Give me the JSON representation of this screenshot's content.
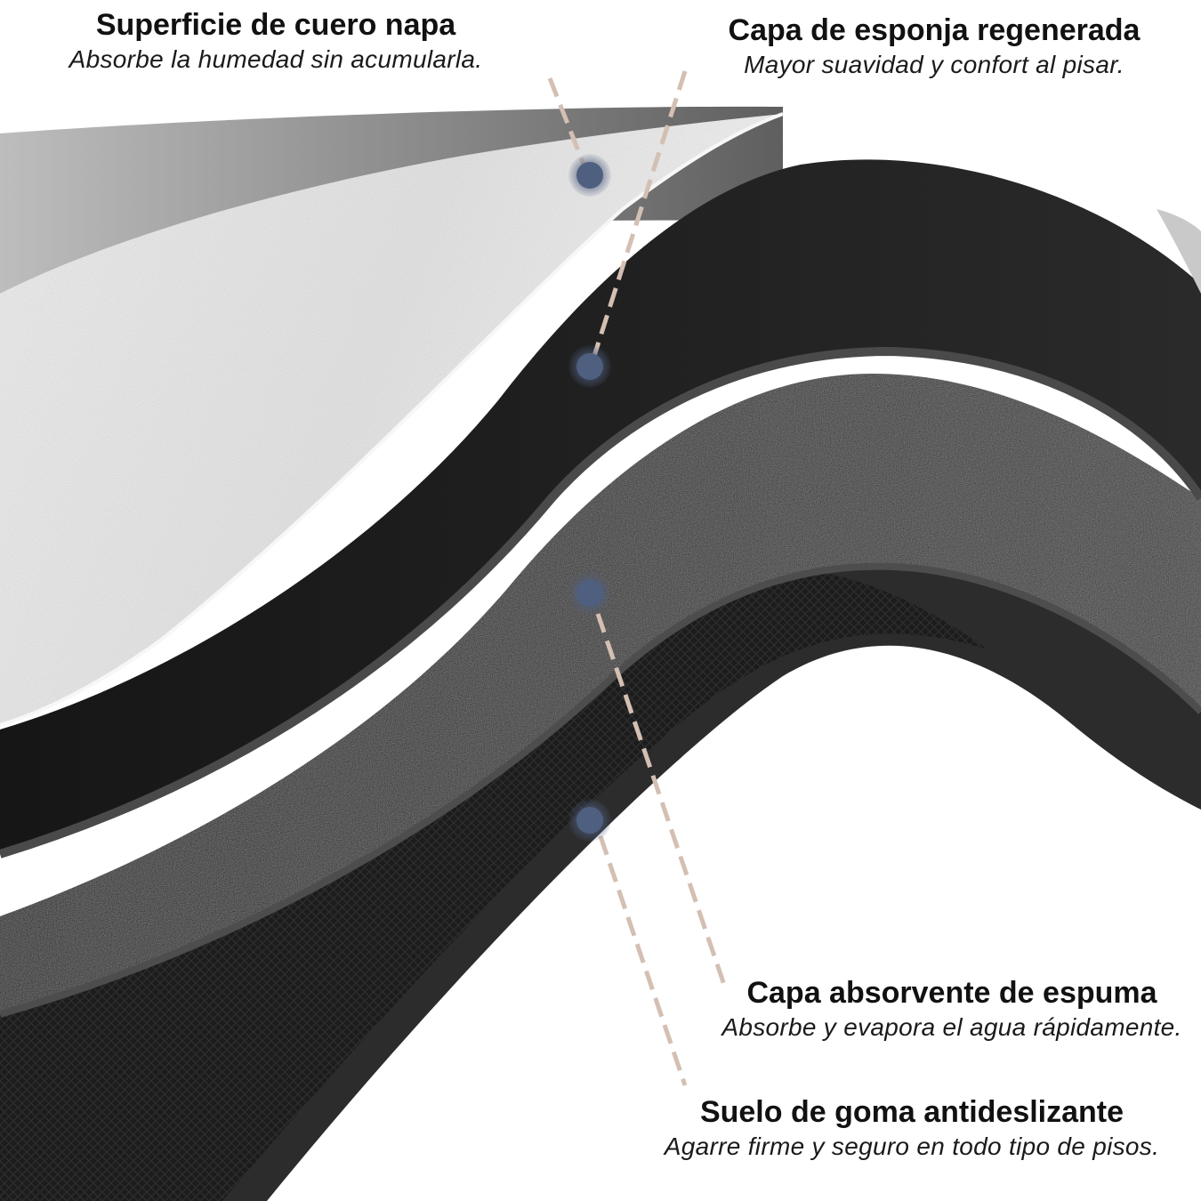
{
  "layers": [
    {
      "title": "Superficie de cuero napa",
      "description": "Absorbe la humedad sin acumularla."
    },
    {
      "title": "Capa de esponja regenerada",
      "description": "Mayor suavidad y confort al pisar."
    },
    {
      "title": "Capa absorvente de espuma",
      "description": "Absorbe y evapora el agua rápidamente."
    },
    {
      "title": "Suelo de goma antideslizante",
      "description": "Agarre firme y seguro en todo tipo de pisos."
    }
  ],
  "colors": {
    "leader_line": "#d4bfb3",
    "marker": "#4f5f80",
    "surface_light": "#e4e4e4",
    "layer_dark": "#1b1b1b",
    "layer_mid": "#2e2e2e",
    "layer_edge": "#555555"
  }
}
